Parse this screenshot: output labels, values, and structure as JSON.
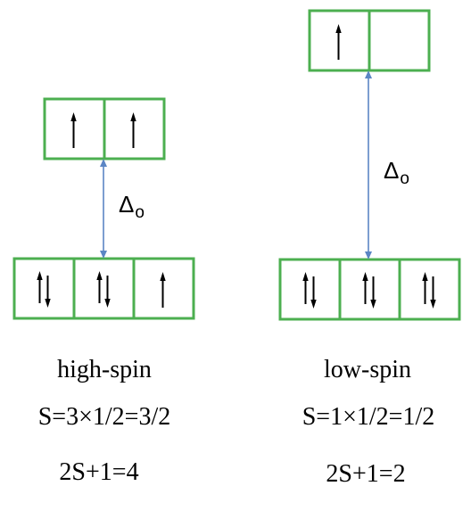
{
  "colors": {
    "box_border": "#4caf50",
    "gap_arrow": "#5b86c4",
    "electron_arrow": "#000000"
  },
  "high_spin": {
    "eg_orbitals": [
      "up",
      "up"
    ],
    "t2g_orbitals": [
      "pair",
      "pair",
      "up"
    ],
    "delta_symbol": "Δ",
    "delta_subscript": "o",
    "label": "high-spin",
    "spin_total": "S=3×1/2=3/2",
    "multiplicity": "2S+1=4"
  },
  "low_spin": {
    "eg_orbitals": [
      "up",
      "empty"
    ],
    "t2g_orbitals": [
      "pair",
      "pair",
      "pair"
    ],
    "delta_symbol": "Δ",
    "delta_subscript": "o",
    "label": "low-spin",
    "spin_total": "S=1×1/2=1/2",
    "multiplicity": "2S+1=2"
  }
}
